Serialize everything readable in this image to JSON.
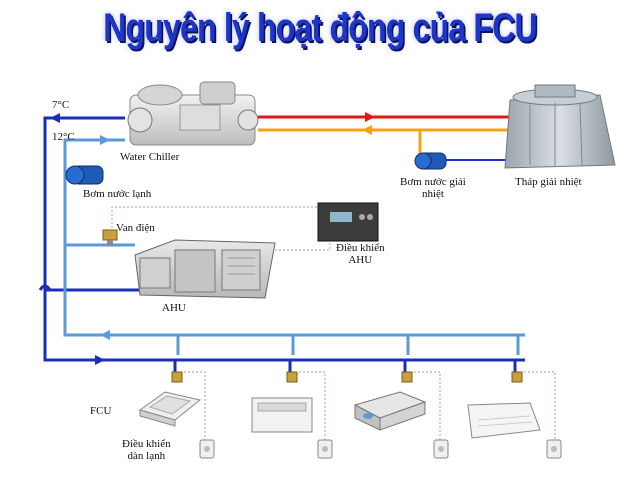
{
  "title": "Nguyên lý hoạt động của FCU",
  "labels": {
    "temp_supply": "7°C",
    "temp_return": "12°C",
    "water_chiller": "Water Chiller",
    "chilled_pump": "Bơm nước lạnh",
    "condenser_pump_l1": "Bơm nước giải",
    "condenser_pump_l2": "nhiệt",
    "cooling_tower": "Tháp giải nhiệt",
    "electric_valve": "Van điện",
    "ahu_controller_l1": "Điều khiển",
    "ahu_controller_l2": "AHU",
    "ahu": "AHU",
    "fcu": "FCU",
    "fcu_controller_l1": "Điều khiển",
    "fcu_controller_l2": "dàn lạnh"
  },
  "colors": {
    "title": "#1d35c8",
    "supply_pipe": "#1a2fb5",
    "return_pipe": "#5a9ad8",
    "hot_pipe": "#e01818",
    "warm_pipe": "#f5a21a",
    "control_wire": "#d88a8a"
  },
  "icons": {
    "chiller": "water-chiller-icon",
    "tower": "cooling-tower-icon",
    "pump": "pump-icon",
    "valve": "valve-icon",
    "ahu": "ahu-unit-icon",
    "controller": "controller-panel-icon",
    "fcu_units": [
      "ceiling-cassette-icon",
      "floor-standing-fcu-icon",
      "ducted-fcu-icon",
      "ceiling-mounted-fcu-icon"
    ],
    "thermostat": "thermostat-icon"
  }
}
